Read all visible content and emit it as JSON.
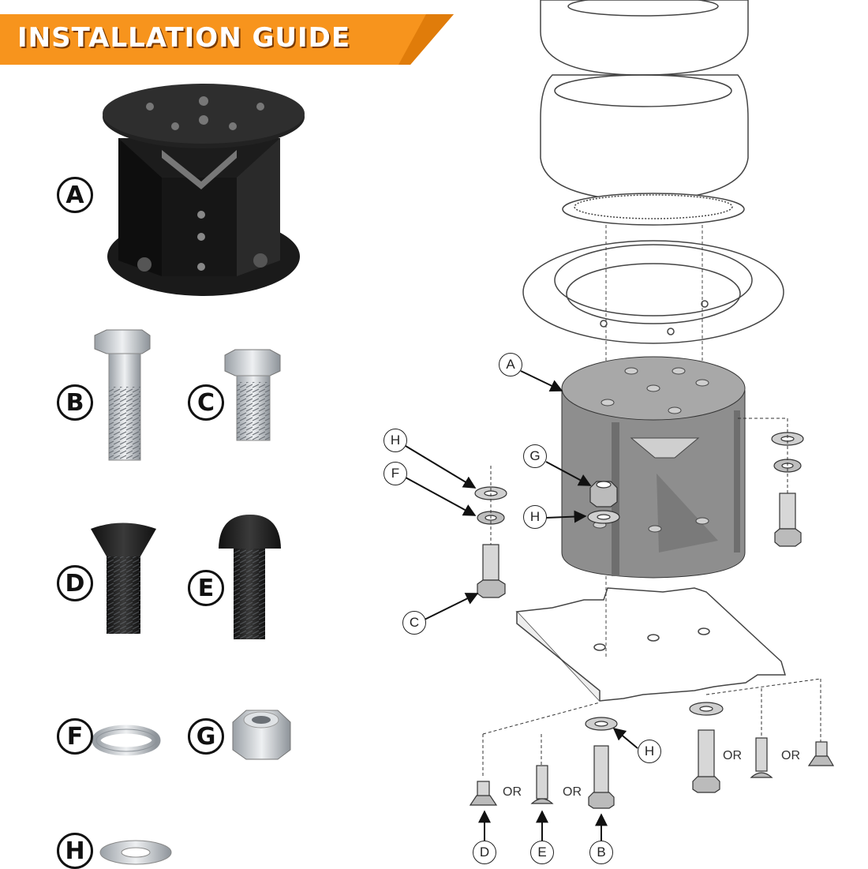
{
  "banner": {
    "title": "INSTALLATION GUIDE",
    "color": "#f7941d"
  },
  "parts": [
    {
      "letter": "A",
      "name": "mounting bracket"
    },
    {
      "letter": "B",
      "name": "long hex bolt"
    },
    {
      "letter": "C",
      "name": "short hex bolt"
    },
    {
      "letter": "D",
      "name": "flat head screw"
    },
    {
      "letter": "E",
      "name": "button head screw"
    },
    {
      "letter": "F",
      "name": "lock washer"
    },
    {
      "letter": "G",
      "name": "lock nut"
    },
    {
      "letter": "H",
      "name": "flat washer"
    }
  ],
  "callouts": {
    "A": "A",
    "H_top": "H",
    "F": "F",
    "G": "G",
    "H_mid": "H",
    "C": "C",
    "H_bottom": "H",
    "D": "D",
    "E": "E",
    "B": "B"
  },
  "or_labels": [
    "OR",
    "OR",
    "OR",
    "OR"
  ]
}
